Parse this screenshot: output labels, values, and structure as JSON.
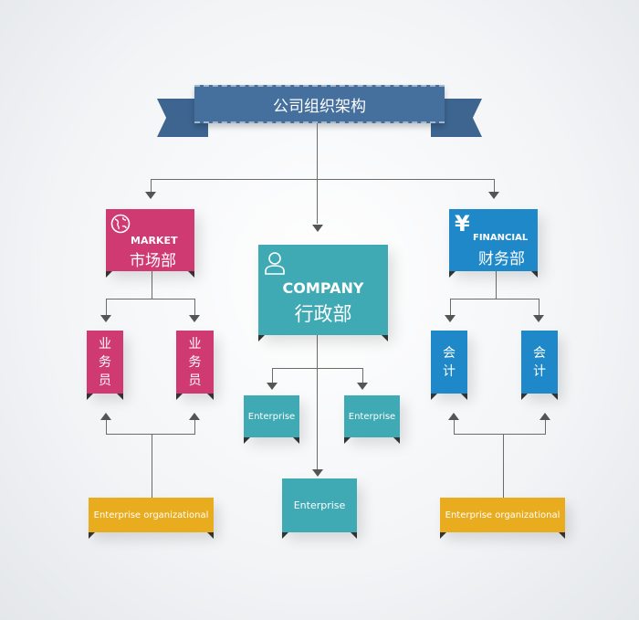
{
  "title": "公司组织架构",
  "market": {
    "en": "MARKET",
    "zh": "市场部",
    "icon": "globe-icon",
    "staff": [
      "业务员",
      "业务员"
    ]
  },
  "company": {
    "en": "COMPANY",
    "zh": "行政部",
    "icon": "user-icon",
    "children": [
      "Enterprise",
      "Enterprise",
      "Enterprise"
    ]
  },
  "financial": {
    "icon": "yen-icon",
    "icon_glyph": "¥",
    "en": "FINANCIAL",
    "zh": "财务部",
    "staff": [
      "会计",
      "会计"
    ]
  },
  "bottom": [
    "Enterprise organizational",
    "Enterprise organizational"
  ],
  "colors": {
    "market": "#d03a72",
    "company": "#3fa9b4",
    "financial": "#1e88c8",
    "bottom": "#e8ac1e",
    "ribbon": "#456f9c"
  }
}
